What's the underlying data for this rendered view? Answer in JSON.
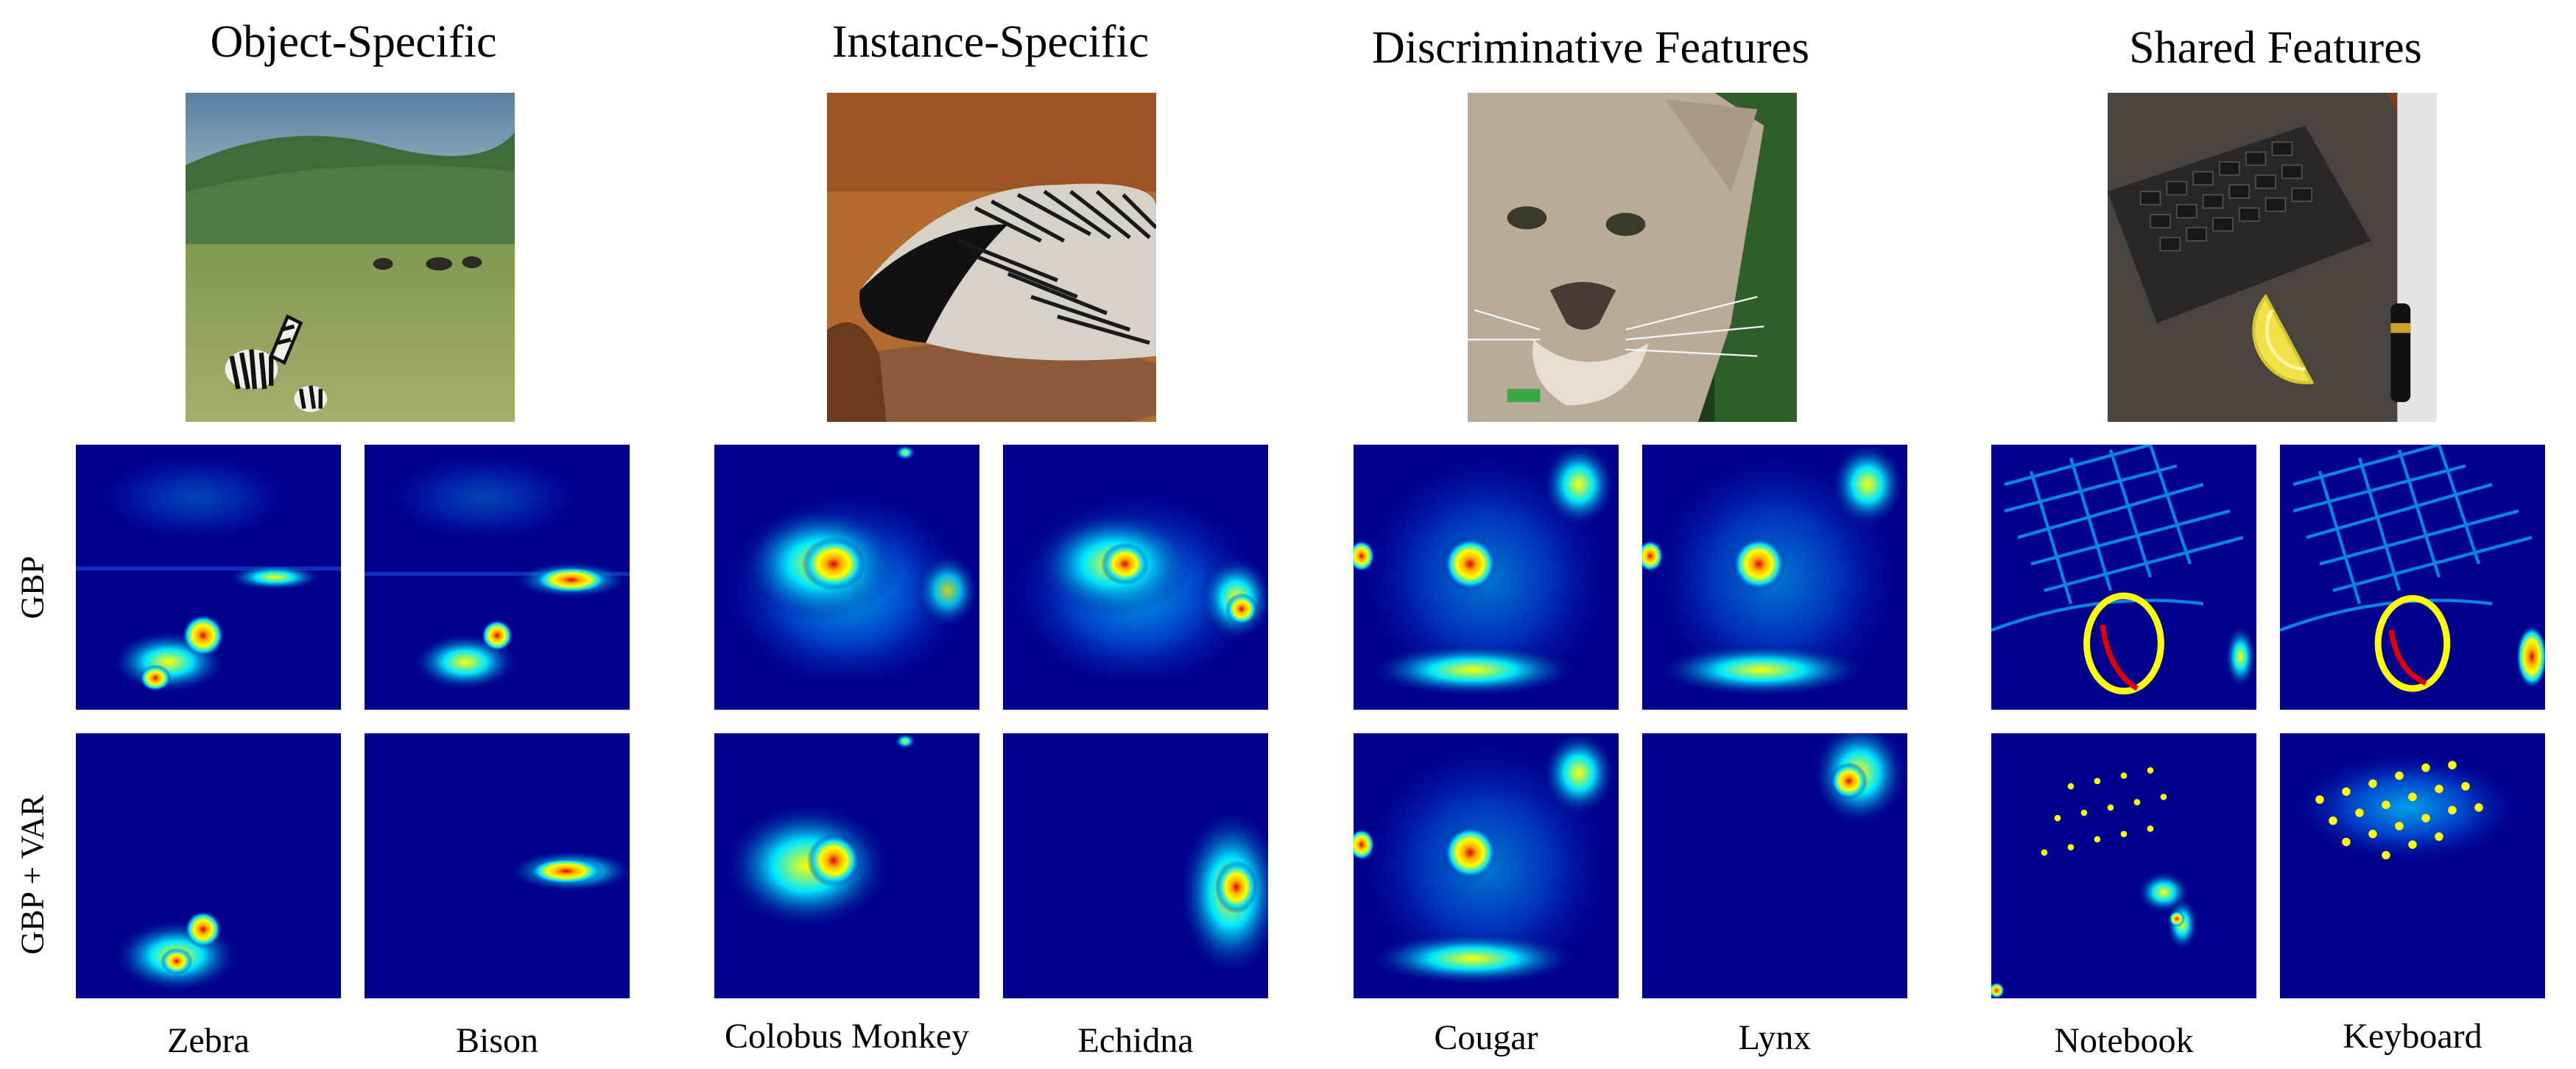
{
  "columns": [
    {
      "title": "Object-Specific",
      "photo": "zebra-savanna-photo",
      "classes": [
        "Zebra",
        "Bison"
      ]
    },
    {
      "title": "Instance-Specific",
      "photo": "porcupine-photo",
      "classes": [
        "Colobus Monkey",
        "Echidna"
      ]
    },
    {
      "title": "Discriminative Features",
      "photo": "cougar-photo",
      "classes": [
        "Cougar",
        "Lynx"
      ]
    },
    {
      "title": "Shared Features",
      "photo": "laptop-lemon-photo",
      "classes": [
        "Notebook",
        "Keyboard"
      ]
    }
  ],
  "rows": [
    "GBP",
    "GBP + VAR"
  ],
  "colormap": {
    "low": "#00008c",
    "mid": "#00c8ff",
    "high": "#ffff00",
    "peak": "#e00000"
  }
}
